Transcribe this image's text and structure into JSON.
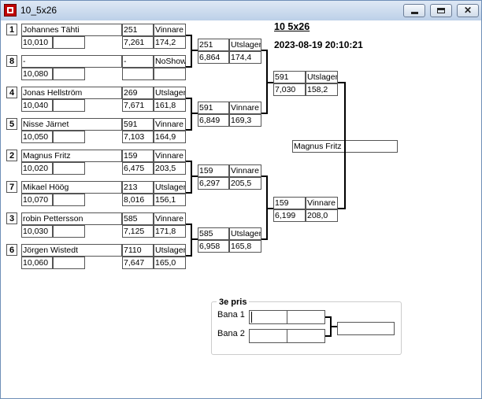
{
  "window": {
    "title": "10_5x26"
  },
  "header": {
    "heading": "10  5x26",
    "datetime": "2023-08-19 20:10:21"
  },
  "round1": [
    {
      "seed": "1",
      "name": "Johannes Tähti",
      "score": "10,010",
      "extra": ""
    },
    {
      "seed": "8",
      "name": "-",
      "score": "10,080",
      "extra": ""
    },
    {
      "seed": "4",
      "name": "Jonas Hellström",
      "score": "10,040",
      "extra": ""
    },
    {
      "seed": "5",
      "name": "Nisse Järnet",
      "score": "10,050",
      "extra": ""
    },
    {
      "seed": "2",
      "name": "Magnus Fritz",
      "score": "10,020",
      "extra": ""
    },
    {
      "seed": "7",
      "name": "Mikael Höög",
      "score": "10,070",
      "extra": ""
    },
    {
      "seed": "3",
      "name": "robin Pettersson",
      "score": "10,030",
      "extra": ""
    },
    {
      "seed": "6",
      "name": "Jörgen Wistedt",
      "score": "10,060",
      "extra": ""
    }
  ],
  "round1_results": [
    {
      "num": "251",
      "status": "Vinnare",
      "time": "7,261",
      "speed": "174,2"
    },
    {
      "num": "-",
      "status": "NoShow",
      "time": "",
      "speed": ""
    },
    {
      "num": "269",
      "status": "Utslagen",
      "time": "7,671",
      "speed": "161,8"
    },
    {
      "num": "591",
      "status": "Vinnare",
      "time": "7,103",
      "speed": "164,9"
    },
    {
      "num": "159",
      "status": "Vinnare",
      "time": "6,475",
      "speed": "203,5"
    },
    {
      "num": "213",
      "status": "Utslagen",
      "time": "8,016",
      "speed": "156,1"
    },
    {
      "num": "585",
      "status": "Vinnare",
      "time": "7,125",
      "speed": "171,8"
    },
    {
      "num": "7110",
      "status": "Utslagen",
      "time": "7,647",
      "speed": "165,0"
    }
  ],
  "quarterfinals": [
    {
      "num": "251",
      "status": "Utslagen",
      "time": "6,864",
      "speed": "174,4"
    },
    {
      "num": "591",
      "status": "Vinnare",
      "time": "6,849",
      "speed": "169,3"
    },
    {
      "num": "159",
      "status": "Vinnare",
      "time": "6,297",
      "speed": "205,5"
    },
    {
      "num": "585",
      "status": "Utslagen",
      "time": "6,958",
      "speed": "165,8"
    }
  ],
  "semifinals": [
    {
      "num": "591",
      "status": "Utslagen",
      "time": "7,030",
      "speed": "158,2"
    },
    {
      "num": "159",
      "status": "Vinnare",
      "time": "6,199",
      "speed": "208,0"
    }
  ],
  "winner": {
    "name": "Magnus Fritz"
  },
  "third_place": {
    "label": "3e pris",
    "lanes": [
      {
        "label": "Bana 1",
        "name": "",
        "value": ""
      },
      {
        "label": "Bana 2",
        "name": "",
        "value": ""
      }
    ],
    "result": ""
  }
}
